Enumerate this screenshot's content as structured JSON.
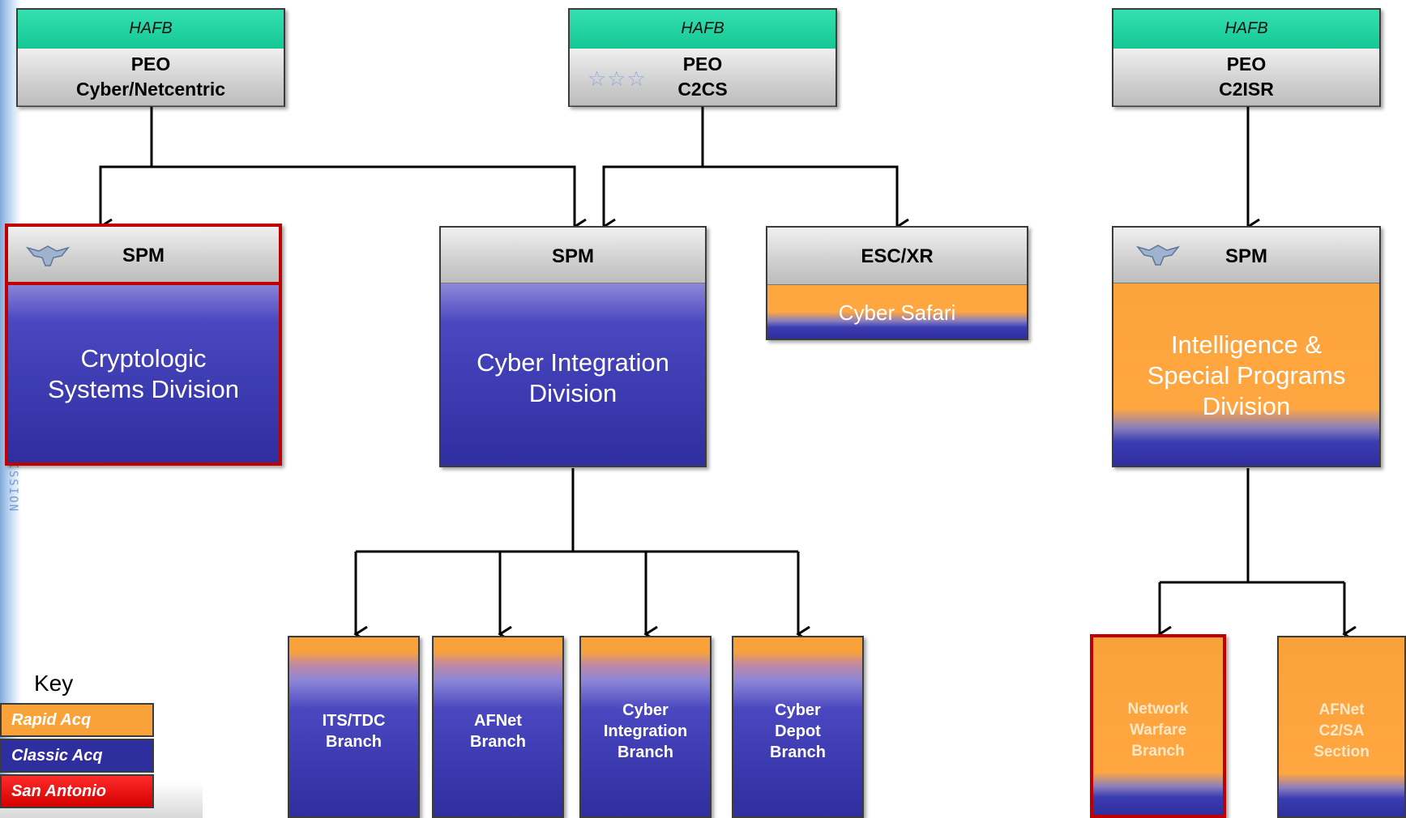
{
  "peo_boxes": [
    {
      "location": "HAFB",
      "line1": "PEO",
      "line2": "Cyber/Netcentric"
    },
    {
      "location": "HAFB",
      "line1": "PEO",
      "line2": "C2CS",
      "rank_insignia": "three-star"
    },
    {
      "location": "HAFB",
      "line1": "PEO",
      "line2": "C2ISR"
    }
  ],
  "divisions": [
    {
      "header": "SPM",
      "name": "Cryptologic Systems Division",
      "type": "Classic Acq",
      "site": "San Antonio",
      "rank_insignia": "colonel-eagle"
    },
    {
      "header": "SPM",
      "name": "Cyber Integration Division",
      "type": "Classic Acq"
    },
    {
      "header": "ESC/XR",
      "name": "Cyber Safari",
      "type": "Rapid Acq"
    },
    {
      "header": "SPM",
      "name": "Intelligence & Special Programs Division",
      "type": "Rapid Acq",
      "rank_insignia": "colonel-eagle"
    }
  ],
  "branches": [
    {
      "name": "ITS/TDC Branch",
      "type": "Classic Acq"
    },
    {
      "name": "AFNet Branch",
      "type": "Classic Acq"
    },
    {
      "name": "Cyber Integration Branch",
      "type": "Classic Acq"
    },
    {
      "name": "Cyber Depot Branch",
      "type": "Classic Acq"
    },
    {
      "name": "Network Warfare Branch",
      "type": "Rapid Acq",
      "site": "San Antonio"
    },
    {
      "name": "AFNet C2/SA Section",
      "type": "Rapid Acq"
    }
  ],
  "labels": {
    "div0_l1": "Cryptologic",
    "div0_l2": "Systems Division",
    "div1_l1": "Cyber Integration",
    "div1_l2": "Division",
    "div2_l1": "Cyber Safari",
    "div3_l1": "Intelligence &",
    "div3_l2": "Special Programs",
    "div3_l3": "Division",
    "br0_l1": "ITS/TDC",
    "br0_l2": "Branch",
    "br1_l1": "AFNet",
    "br1_l2": "Branch",
    "br2_l1": "Cyber",
    "br2_l2": "Integration",
    "br2_l3": "Branch",
    "br3_l1": "Cyber",
    "br3_l2": "Depot",
    "br3_l3": "Branch",
    "br4_l1": "Network",
    "br4_l2": "Warfare",
    "br4_l3": "Branch",
    "br5_l1": "AFNet",
    "br5_l2": "C2/SA",
    "br5_l3": "Section"
  },
  "key": {
    "title": "Key",
    "items": [
      "Rapid Acq",
      "Classic Acq",
      "San Antonio"
    ]
  },
  "colors": {
    "rapid_acq": "#f9a23a",
    "classic_acq": "#2f2e9f",
    "san_antonio": "#d40000",
    "hafb_band": "#14c896",
    "header_gray": "#d2d2d2"
  }
}
